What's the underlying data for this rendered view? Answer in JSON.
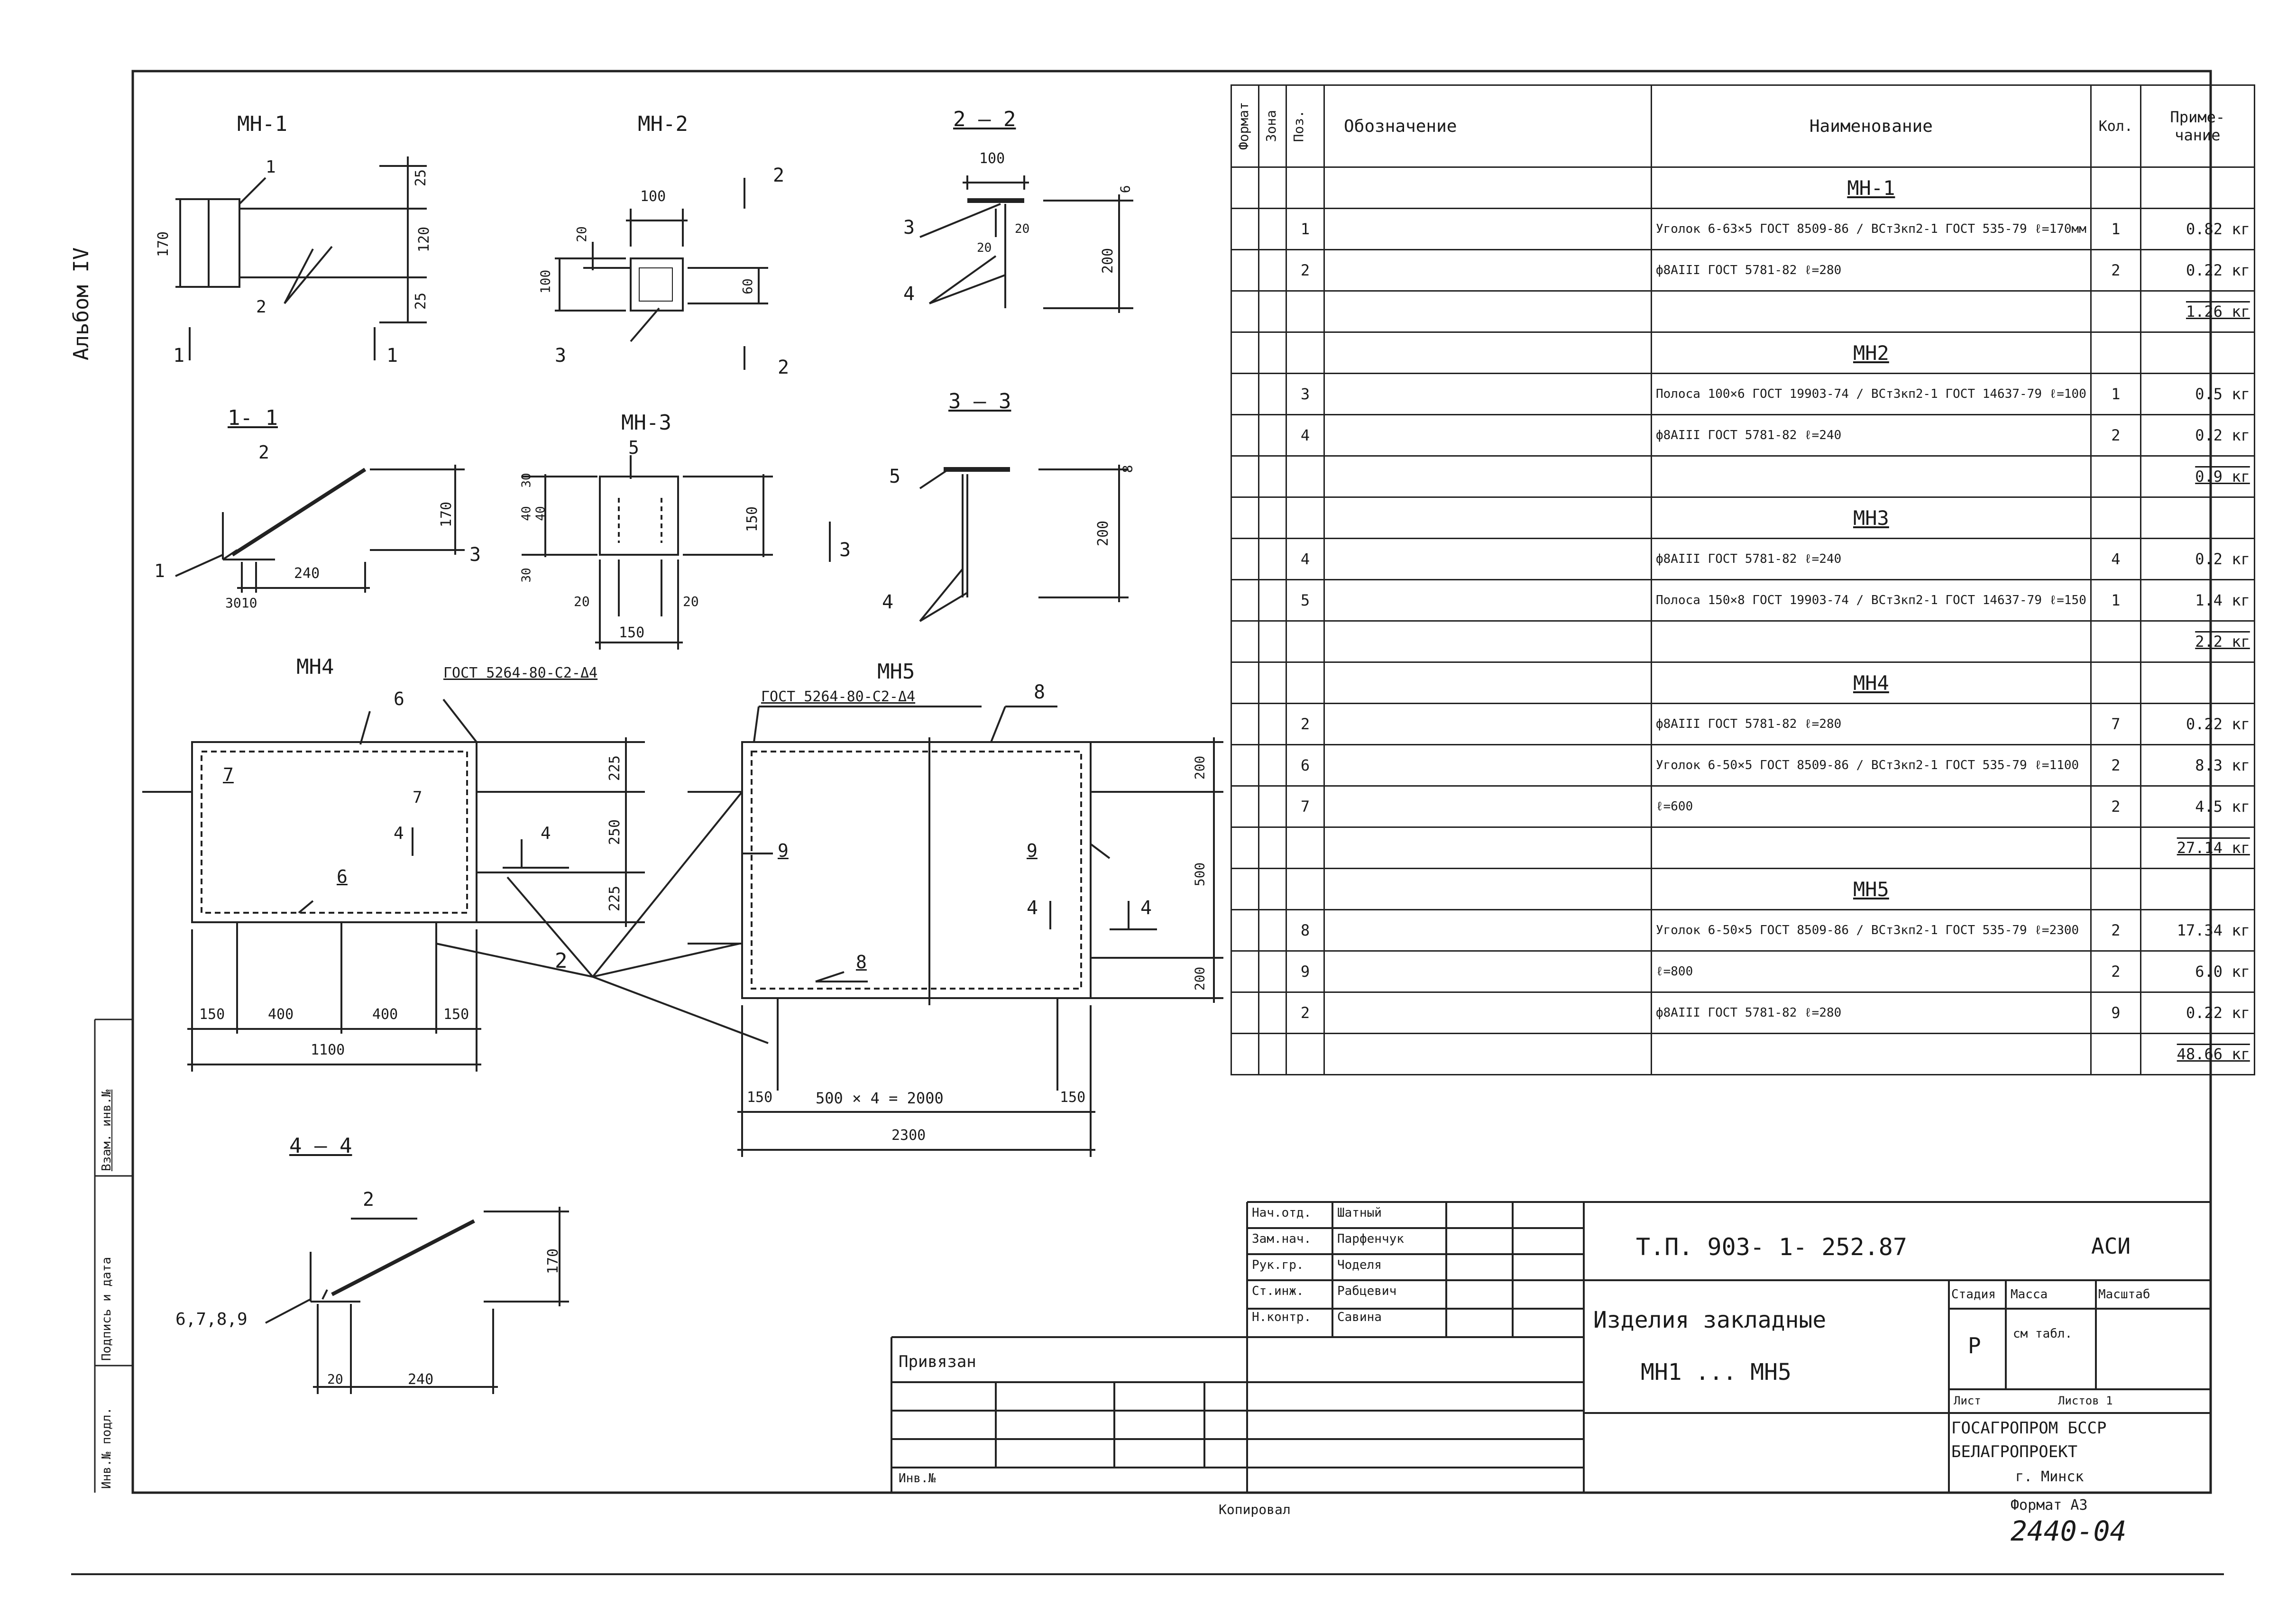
{
  "album": "Альбом IV",
  "drawings": {
    "mn1": {
      "title": "МН-1",
      "dims": [
        "25",
        "120",
        "25",
        "170"
      ],
      "labels": [
        "1",
        "2"
      ],
      "section_marks": [
        "1",
        "1"
      ]
    },
    "mn2": {
      "title": "МН-2",
      "dims": [
        "100",
        "20",
        "100",
        "60"
      ],
      "labels": [
        "3"
      ],
      "section_marks": [
        "2",
        "2"
      ]
    },
    "sec22": {
      "title": "2 – 2",
      "dims": [
        "100",
        "6",
        "20",
        "20",
        "200"
      ],
      "labels": [
        "3",
        "4"
      ]
    },
    "sec11": {
      "title": "1- 1",
      "dims": [
        "170",
        "240",
        "3010"
      ],
      "labels": [
        "2",
        "1"
      ],
      "section_mark": "3"
    },
    "mn3": {
      "title": "МН-3",
      "dims": [
        "30",
        "40",
        "40",
        "30",
        "150",
        "20",
        "20",
        "150"
      ],
      "labels": [
        "5"
      ],
      "section_mark": "3"
    },
    "sec33": {
      "title": "3 – 3",
      "dims": [
        "8",
        "200"
      ],
      "labels": [
        "5",
        "4"
      ]
    },
    "mn4": {
      "title": "МН4",
      "weld": "ГОСТ 5264-80-С2-Δ4",
      "dims": [
        "225",
        "250",
        "225",
        "150",
        "400",
        "400",
        "150",
        "1100"
      ],
      "labels": [
        "6",
        "7",
        "6",
        "7"
      ],
      "section_marks": [
        "4",
        "4"
      ]
    },
    "mn5": {
      "title": "МН5",
      "weld": "ГОСТ 5264-80-С2-Δ4",
      "dims": [
        "200",
        "500",
        "200",
        "150",
        "500 × 4 = 2000",
        "150",
        "2300"
      ],
      "labels": [
        "8",
        "9",
        "9",
        "8"
      ],
      "section_marks": [
        "4",
        "4"
      ],
      "common_label": "2"
    },
    "sec44": {
      "title": "4 – 4",
      "dims": [
        "170",
        "20",
        "240"
      ],
      "labels": [
        "2",
        "6,7,8,9"
      ]
    }
  },
  "table": {
    "headers": {
      "format": "Формат",
      "zone": "Зона",
      "pos": "Поз.",
      "designation": "Обозначение",
      "name": "Наименование",
      "qty": "Кол.",
      "note": "Приме- чание"
    },
    "rows": [
      {
        "kind": "group",
        "name": "МН-1"
      },
      {
        "pos": "1",
        "name": "Уголок 6-63×5 ГОСТ 8509-86 / ВСт3кп2-1 ГОСТ 535-79   ℓ=170мм",
        "qty": "1",
        "note": "0.82 кг"
      },
      {
        "pos": "2",
        "name": "ф8АIII ГОСТ 5781-82   ℓ=280",
        "qty": "2",
        "note": "0.22 кг"
      },
      {
        "kind": "total",
        "note": "1.26 кг"
      },
      {
        "kind": "group",
        "name": "МН2"
      },
      {
        "pos": "3",
        "name": "Полоса 100×6 ГОСТ 19903-74 / ВСт3кп2-1 ГОСТ 14637-79  ℓ=100",
        "qty": "1",
        "note": "0.5 кг"
      },
      {
        "pos": "4",
        "name": "ф8АIII ГОСТ 5781-82   ℓ=240",
        "qty": "2",
        "note": "0.2 кг"
      },
      {
        "kind": "total",
        "note": "0.9 кг"
      },
      {
        "kind": "group",
        "name": "МН3"
      },
      {
        "pos": "4",
        "name": "ф8АIII ГОСТ 5781-82   ℓ=240",
        "qty": "4",
        "note": "0.2 кг"
      },
      {
        "pos": "5",
        "name": "Полоса 150×8 ГОСТ 19903-74 / ВСт3кп2-1 ГОСТ 14637-79  ℓ=150",
        "qty": "1",
        "note": "1.4 кг"
      },
      {
        "kind": "total",
        "note": "2.2 кг"
      },
      {
        "kind": "group",
        "name": "МН4"
      },
      {
        "pos": "2",
        "name": "ф8АIII ГОСТ 5781-82   ℓ=280",
        "qty": "7",
        "note": "0.22 кг"
      },
      {
        "pos": "6",
        "name": "Уголок 6-50×5 ГОСТ 8509-86 / ВСт3кп2-1 ГОСТ 535-79  ℓ=1100",
        "qty": "2",
        "note": "8.3 кг"
      },
      {
        "pos": "7",
        "name": "ℓ=600",
        "qty": "2",
        "note": "4.5 кг"
      },
      {
        "kind": "total",
        "note": "27.14 кг"
      },
      {
        "kind": "group",
        "name": "МН5"
      },
      {
        "pos": "8",
        "name": "Уголок 6-50×5 ГОСТ 8509-86 / ВСт3кп2-1 ГОСТ 535-79  ℓ=2300",
        "qty": "2",
        "note": "17.34 кг"
      },
      {
        "pos": "9",
        "name": "ℓ=800",
        "qty": "2",
        "note": "6.0 кг"
      },
      {
        "pos": "2",
        "name": "ф8АIII ГОСТ 5781-82   ℓ=280",
        "qty": "9",
        "note": "0.22 кг"
      },
      {
        "kind": "total",
        "note": "48.66 кг"
      }
    ]
  },
  "stamp": {
    "doc_code": "Т.П.   903- 1- 252.87",
    "section": "АСИ",
    "title_line1": "Изделия закладные",
    "title_line2": "МН1 ... МН5",
    "stage_label": "Стадия",
    "mass_label": "Масса",
    "scale_label": "Масштаб",
    "stage": "Р",
    "mass_note": "см табл.",
    "sheet_label": "Лист",
    "sheets_label": "Листов 1",
    "org1": "ГОСАГРОПРОМ БССР",
    "org2": "БЕЛАГРОПРОЕКТ",
    "org3": "г. Минск",
    "signers": [
      {
        "role": "Нач.отд.",
        "name": "Шатный"
      },
      {
        "role": "Зам.нач.",
        "name": "Парфенчук"
      },
      {
        "role": "Рук.гр.",
        "name": "Чоделя"
      },
      {
        "role": "Ст.инж.",
        "name": "Рабцевич"
      },
      {
        "role": "Н.контр.",
        "name": "Савина"
      }
    ],
    "bound_label": "Привязан",
    "inv_label": "Инв.№",
    "copied": "Копировал",
    "format": "Формат А3",
    "sheet_number": "2440-04"
  },
  "left_margin": {
    "labels": [
      "Взам. инв.№",
      "Подпись и дата",
      "Инв.№ подл."
    ]
  }
}
